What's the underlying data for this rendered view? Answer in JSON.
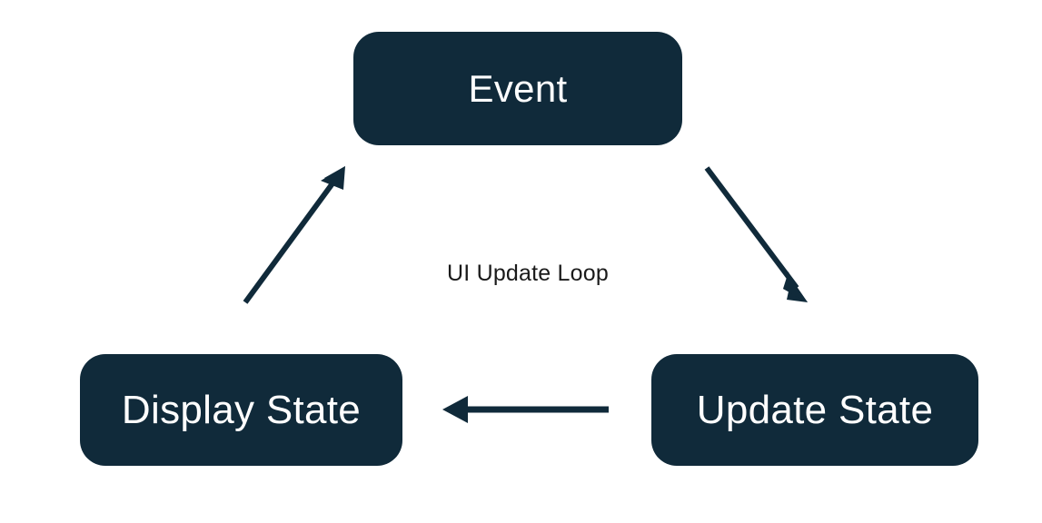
{
  "diagram": {
    "type": "cycle-flow-diagram",
    "caption": "UI Update Loop",
    "colors": {
      "node_fill": "#102a3a",
      "node_text": "#ffffff",
      "arrow": "#102a3a",
      "caption_text": "#1a1a1a",
      "background": "#ffffff"
    },
    "nodes": [
      {
        "id": "event",
        "label": "Event"
      },
      {
        "id": "update-state",
        "label": "Update State"
      },
      {
        "id": "display-state",
        "label": "Display State"
      }
    ],
    "edges": [
      {
        "id": "event-to-update-state",
        "from": "Event",
        "to": "Update State",
        "direction": "down-right"
      },
      {
        "id": "update-state-to-display-state",
        "from": "Update State",
        "to": "Display State",
        "direction": "left"
      },
      {
        "id": "display-state-to-event",
        "from": "Display State",
        "to": "Event",
        "direction": "up-right"
      }
    ]
  }
}
